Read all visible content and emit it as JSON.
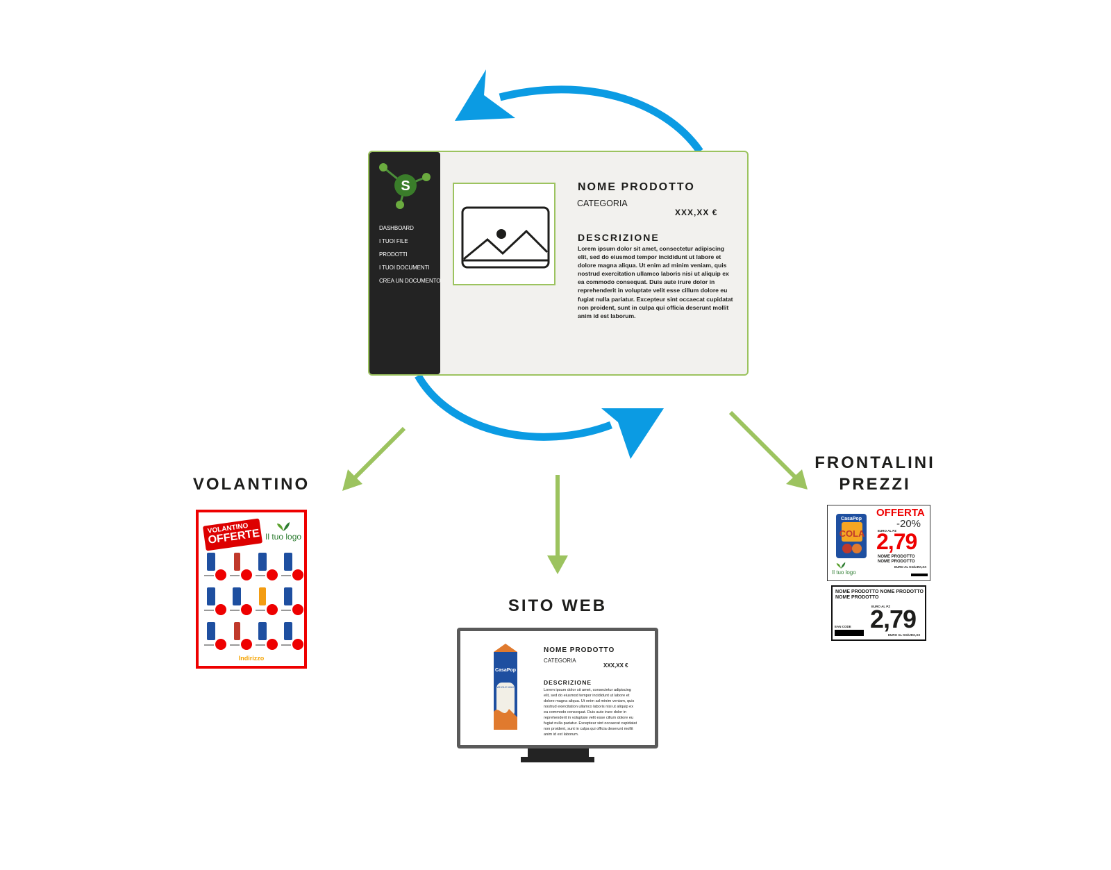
{
  "app": {
    "nav_items": [
      "DASHBOARD",
      "I TUOI FILE",
      "PRODOTTI",
      "I TUOI DOCUMENTI",
      "CREA UN DOCUMENTO"
    ],
    "logo_letter": "S",
    "product_name": "NOME PRODOTTO",
    "category": "CATEGORIA",
    "price": "XXX,XX €",
    "description_title": "DESCRIZIONE",
    "description_text": "Lorem ipsum dolor sit amet, consectetur adipiscing elit, sed do eiusmod tempor incididunt ut labore et dolore magna aliqua. Ut enim ad minim veniam, quis nostrud exercitation ullamco laboris nisi ut aliquip ex ea commodo consequat. Duis aute irure dolor in reprehenderit in voluptate velit esse cillum dolore eu fugiat nulla pariatur. Excepteur sint occaecat cupidatat non proident, sunt in culpa qui officia deserunt mollit anim id est laborum."
  },
  "outputs": {
    "volantino": {
      "heading": "VOLANTINO",
      "badge_line1": "VOLANTINO",
      "badge_line2": "OFFERTE",
      "logo_text": "Il tuo logo",
      "address": "Indirizzo"
    },
    "sito_web": {
      "heading": "SITO WEB",
      "product_name": "NOME PRODOTTO",
      "category": "CATEGORIA",
      "price": "XXX,XX €",
      "description_title": "DESCRIZIONE",
      "description_text": "Lorem ipsum dolor sit amet, consectetur adipiscing elit, sed do eiusmod tempor incididunt ut labore et dolore magna aliqua. Ut enim ad minim veniam, quis nostrud exercitation ullamco laboris nisi ut aliquip ex ea commodo consequat. Duis aute irure dolor in reprehenderit in voluptate velit esse cillum dolore eu fugiat nulla pariatur. Excepteur sint occaecat cupidatat non proident, sunt in culpa qui officia deserunt mollit anim id est laborum.",
      "carton_brand": "CasaPop",
      "carton_label": "WHOLE MILK"
    },
    "frontalini": {
      "heading_line1": "FRONTALINI",
      "heading_line2": "PREZZI",
      "tag1_offer": "OFFERTA",
      "tag1_discount": "-20%",
      "tag1_unit": "EURO AL PZ",
      "tag1_price": "2,79",
      "tag1_product": "NOME PRODOTTO\nNOME PRODOTTO",
      "tag1_kg": "EURO AL KG/LT",
      "tag1_kg_value": "XX,XX",
      "tag1_logo": "Il tuo logo",
      "can_brand": "CasaPop",
      "can_label": "COLA",
      "tag2_product": "NOME PRODOTTO NOME PRODOTTO\nNOME PRODOTTO",
      "tag2_unit": "EURO AL PZ",
      "tag2_price": "2,79",
      "tag2_ean": "EAN CODE",
      "tag2_kg": "EURO AL KG/LT",
      "tag2_kg_value": "XX,XX"
    }
  },
  "colors": {
    "cycle_arrow": "#0b9be3",
    "output_arrow": "#9cc35f",
    "sidebar": "#232323",
    "accent_green": "#9cc35f",
    "offer_red": "#e00000"
  }
}
